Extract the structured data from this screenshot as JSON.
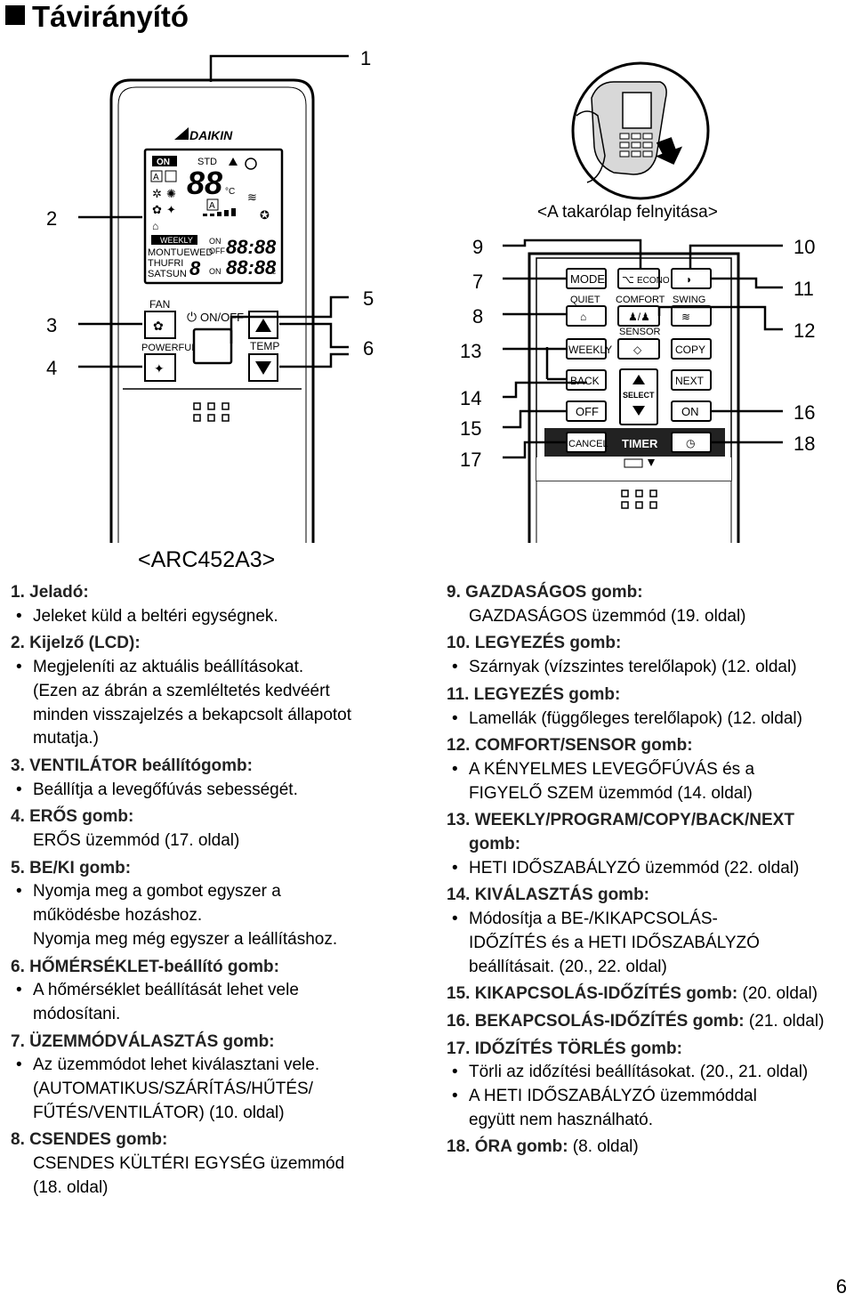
{
  "title": "Távirányító",
  "callouts": {
    "n1": "1",
    "n2": "2",
    "n3": "3",
    "n4": "4",
    "n5": "5",
    "n6": "6",
    "n7": "7",
    "n8": "8",
    "n9": "9",
    "n10": "10",
    "n11": "11",
    "n12": "12",
    "n13": "13",
    "n14": "14",
    "n15": "15",
    "n16": "16",
    "n17": "17",
    "n18": "18"
  },
  "cover_caption": "<A takarólap felnyitása>",
  "model_caption": "<ARC452A3>",
  "remote": {
    "brand": "DAIKIN",
    "lcd": {
      "on": "ON",
      "std": "STD",
      "auto": "A",
      "temp_digits": "88",
      "temp_unit": "°C",
      "weekly": "WEEKLY",
      "days1": "MONTUEWED",
      "days2": "THUFRI",
      "days3": "SATSUN",
      "day_digit": "8",
      "on_label": "ON",
      "off_label": "OFF",
      "time1": "88:88",
      "time2": "88:88",
      "c_unit": "c"
    },
    "fan_label": "FAN",
    "powerful_label": "POWERFUL",
    "onoff_label": "ON/OFF",
    "temp_label": "TEMP"
  },
  "panel": {
    "mode": "MODE",
    "econo": "ECONO",
    "quiet": "QUIET",
    "comfort": "COMFORT",
    "swing": "SWING",
    "sensor": "SENSOR",
    "weekly": "WEEKLY",
    "copy": "COPY",
    "back": "BACK",
    "next": "NEXT",
    "select": "SELECT",
    "off": "OFF",
    "on": "ON",
    "cancel": "CANCEL",
    "timer": "TIMER"
  },
  "left_items": [
    {
      "head": "1. Jeladó:",
      "lines": [
        {
          "t": "b",
          "text": "Jeleket küld a beltéri egységnek."
        }
      ]
    },
    {
      "head": "2. Kijelző (LCD):",
      "lines": [
        {
          "t": "b",
          "text": "Megjeleníti az aktuális beállításokat."
        },
        {
          "t": "i",
          "text": "(Ezen az ábrán a szemléltetés kedvéért"
        },
        {
          "t": "i",
          "text": "minden visszajelzés a bekapcsolt állapotot"
        },
        {
          "t": "i",
          "text": "mutatja.)"
        }
      ]
    },
    {
      "head": "3. VENTILÁTOR beállítógomb:",
      "lines": [
        {
          "t": "b",
          "text": "Beállítja a levegőfúvás sebességét."
        }
      ]
    },
    {
      "head": "4. ERŐS gomb:",
      "lines": [
        {
          "t": "p",
          "text": "ERŐS üzemmód (17. oldal)"
        }
      ]
    },
    {
      "head": "5. BE/KI gomb:",
      "lines": [
        {
          "t": "b",
          "text": "Nyomja meg a gombot egyszer a"
        },
        {
          "t": "i",
          "text": "működésbe hozáshoz."
        },
        {
          "t": "i",
          "text": "Nyomja meg még egyszer a leállításhoz."
        }
      ]
    },
    {
      "head": "6. HŐMÉRSÉKLET-beállító gomb:",
      "lines": [
        {
          "t": "b",
          "text": "A hőmérséklet beállítását lehet vele"
        },
        {
          "t": "i",
          "text": "módosítani."
        }
      ]
    },
    {
      "head": "7. ÜZEMMÓDVÁLASZTÁS gomb:",
      "lines": [
        {
          "t": "b",
          "text": "Az üzemmódot lehet kiválasztani vele."
        },
        {
          "t": "i",
          "text": "(AUTOMATIKUS/SZÁRÍTÁS/HŰTÉS/"
        },
        {
          "t": "i",
          "text": "FŰTÉS/VENTILÁTOR) (10. oldal)"
        }
      ]
    },
    {
      "head": "8. CSENDES gomb:",
      "lines": [
        {
          "t": "p",
          "text": "CSENDES KÜLTÉRI EGYSÉG üzemmód"
        },
        {
          "t": "p",
          "text": "(18. oldal)"
        }
      ]
    }
  ],
  "right_items": [
    {
      "head": "9. GAZDASÁGOS gomb:",
      "lines": [
        {
          "t": "p",
          "text": "GAZDASÁGOS üzemmód (19. oldal)"
        }
      ]
    },
    {
      "head": "10. LEGYEZÉS gomb:",
      "lines": [
        {
          "t": "b",
          "text": "Szárnyak (vízszintes terelőlapok) (12. oldal)"
        }
      ]
    },
    {
      "head": "11. LEGYEZÉS gomb:",
      "lines": [
        {
          "t": "b",
          "text": "Lamellák (függőleges terelőlapok) (12. oldal)"
        }
      ]
    },
    {
      "head": "12. COMFORT/SENSOR gomb:",
      "lines": [
        {
          "t": "b",
          "text": "A KÉNYELMES LEVEGŐFÚVÁS és a"
        },
        {
          "t": "i",
          "text": "FIGYELŐ SZEM üzemmód (14. oldal)"
        }
      ]
    },
    {
      "head": "13. WEEKLY/PROGRAM/COPY/BACK/NEXT",
      "head2": "gomb:",
      "lines": [
        {
          "t": "b",
          "text": "HETI IDŐSZABÁLYZÓ üzemmód (22. oldal)"
        }
      ]
    },
    {
      "head": "14. KIVÁLASZTÁS gomb:",
      "lines": [
        {
          "t": "b",
          "text": "Módosítja a BE-/KIKAPCSOLÁS-"
        },
        {
          "t": "i",
          "text": "IDŐZÍTÉS és a HETI IDŐSZABÁLYZÓ"
        },
        {
          "t": "i",
          "text": "beállításait. (20., 22. oldal)"
        }
      ]
    },
    {
      "head": "15. KIKAPCSOLÁS-IDŐZÍTÉS gomb:",
      "tail": " (20. oldal)",
      "lines": []
    },
    {
      "head": "16. BEKAPCSOLÁS-IDŐZÍTÉS gomb:",
      "tail": " (21. oldal)",
      "lines": []
    },
    {
      "head": "17. IDŐZÍTÉS TÖRLÉS gomb:",
      "lines": [
        {
          "t": "b",
          "text": "Törli az időzítési beállításokat. (20., 21. oldal)"
        },
        {
          "t": "b",
          "text": "A HETI IDŐSZABÁLYZÓ üzemmóddal"
        },
        {
          "t": "i",
          "text": "együtt nem használható."
        }
      ]
    },
    {
      "head": "18. ÓRA gomb:",
      "tail": " (8. oldal)",
      "lines": []
    }
  ],
  "page_number": "6"
}
